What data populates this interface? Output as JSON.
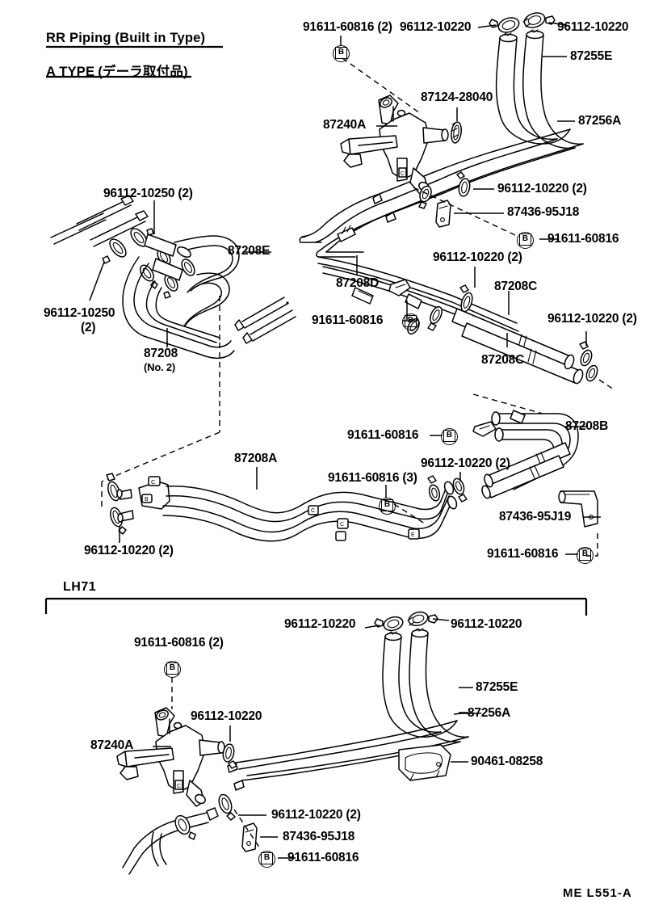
{
  "page": {
    "title_main": "RR Piping (Built in Type)",
    "title_sub_en": "A TYPE",
    "title_sub_jp": "(デーラ取付品)",
    "footer_code": "ME  L551-A",
    "section_lh71": "LH71",
    "ink": "#000000",
    "paper": "#ffffff"
  },
  "marker": {
    "letter": "B"
  },
  "labels": {
    "top": {
      "bolt_2": "91611-60816 (2)",
      "clamp_left": "96112-10220",
      "clamp_right": "96112-10220",
      "hose_87255e": "87255E",
      "hose_87256a": "87256A"
    },
    "upper_mid": {
      "valve_87240a": "87240A",
      "gasket_87124": "87124-28040",
      "clamp_2": "96112-10220 (2)",
      "bracket_87436_95j18": "87436-95J18",
      "bolt_91611": "91611-60816"
    },
    "left": {
      "clamp_top_2": "96112-10250 (2)",
      "clamp_bottom_2": "96112-10250",
      "clamp_bottom_qty": "(2)",
      "pipe_87208e": "87208E",
      "pipe_87208": "87208",
      "pipe_87208_no": "(No. 2)"
    },
    "mid_right": {
      "pipe_87208d": "87208D",
      "bolt_91611": "91611-60816",
      "clamp_2": "96112-10220 (2)",
      "pipe_87208c_upper": "87208C",
      "pipe_87208c_lower": "87208C",
      "clamp_right_2": "96112-10220 (2)"
    },
    "lower_mid": {
      "bolt_91611": "91611-60816",
      "pipe_87208b": "87208B",
      "clamp_2": "96112-10220 (2)",
      "bolt_91611_3": "91611-60816 (3)",
      "bracket_87436_95j19": "87436-95J19",
      "bolt_91611_b": "91611-60816"
    },
    "lower_left": {
      "pipe_87208a": "87208A",
      "clamp_2": "96112-10220 (2)"
    },
    "lh71": {
      "bolt_2": "91611-60816 (2)",
      "clamp_left": "96112-10220",
      "clamp_right": "96112-10220",
      "hose_87255e": "87255E",
      "hose_87256a": "87256A",
      "valve_87240a": "87240A",
      "clamp_mid": "96112-10220",
      "clip_90461": "90461-08258",
      "clamp_2": "96112-10220 (2)",
      "bracket_87436_95j18": "87436-95J18",
      "bolt_91611": "91611-60816"
    }
  }
}
